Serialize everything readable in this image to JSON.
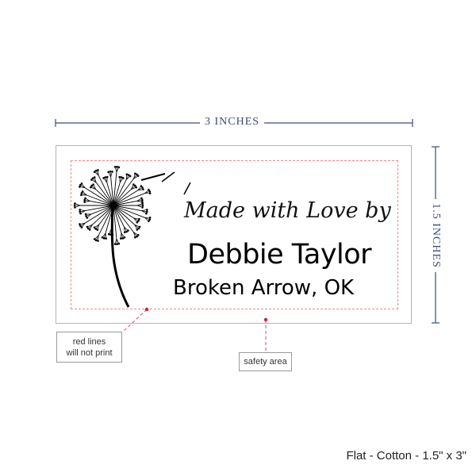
{
  "dimensions": {
    "width_label": "3 INCHES",
    "height_label": "1.5 INCHES"
  },
  "label_text": {
    "line1": "Made with Love by",
    "line2": "Debbie Taylor",
    "line3": "Broken Arrow, OK"
  },
  "callouts": {
    "red_lines_line1": "red lines",
    "red_lines_line2": "will not print",
    "safety_area": "safety area"
  },
  "product_caption": "Flat - Cotton - 1.5\" x 3\"",
  "colors": {
    "dimension": "#3b4a7a",
    "safety_line": "#f08a8a",
    "callout_dot": "#d01e3a"
  }
}
